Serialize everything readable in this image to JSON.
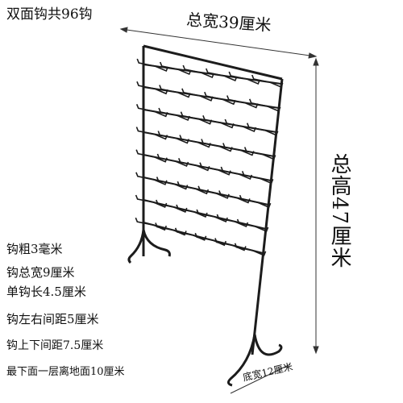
{
  "title": "双面钩共96钩",
  "dimensions": {
    "width": "总宽39厘米",
    "height": "总高47厘米",
    "base": "底宽12厘米"
  },
  "specs": [
    "钩粗3毫米",
    "钩总宽9厘米",
    "单钩长4.5厘米",
    "钩左右间距5厘米",
    "钩上下间距7.5厘米",
    "最下面一层离地面10厘米"
  ]
}
